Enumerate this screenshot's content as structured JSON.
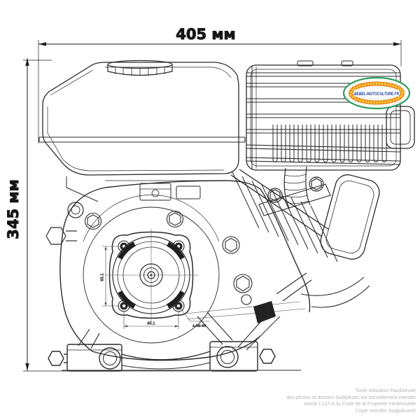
{
  "dimensions": {
    "width": {
      "label": "405 мм"
    },
    "height": {
      "label": "345 мм"
    },
    "flange": {
      "vertical": "65.1",
      "horizontal": "65.1",
      "bolt_callout": "4-M8-6H"
    }
  },
  "watermark": {
    "text": "BEBEL-MOTOCULTURE.FR",
    "border_color": "#2e9e5e",
    "rope_outer_color": "#e8891f",
    "rope_inner_color": "#f7cf3c",
    "text_color": "#1c3f9e"
  },
  "footer": {
    "lines": [
      "Toute utilisation frauduleuse",
      "des photos et dessins Sodipièces est formellement interdite",
      "Article L122-4 du Code de la Propriété Intellectuelle",
      "Copie interdite Sodipièces®"
    ]
  },
  "colors": {
    "ink": "#2a2a2a",
    "background": "#ffffff",
    "footer_text": "#b5b5b5"
  }
}
